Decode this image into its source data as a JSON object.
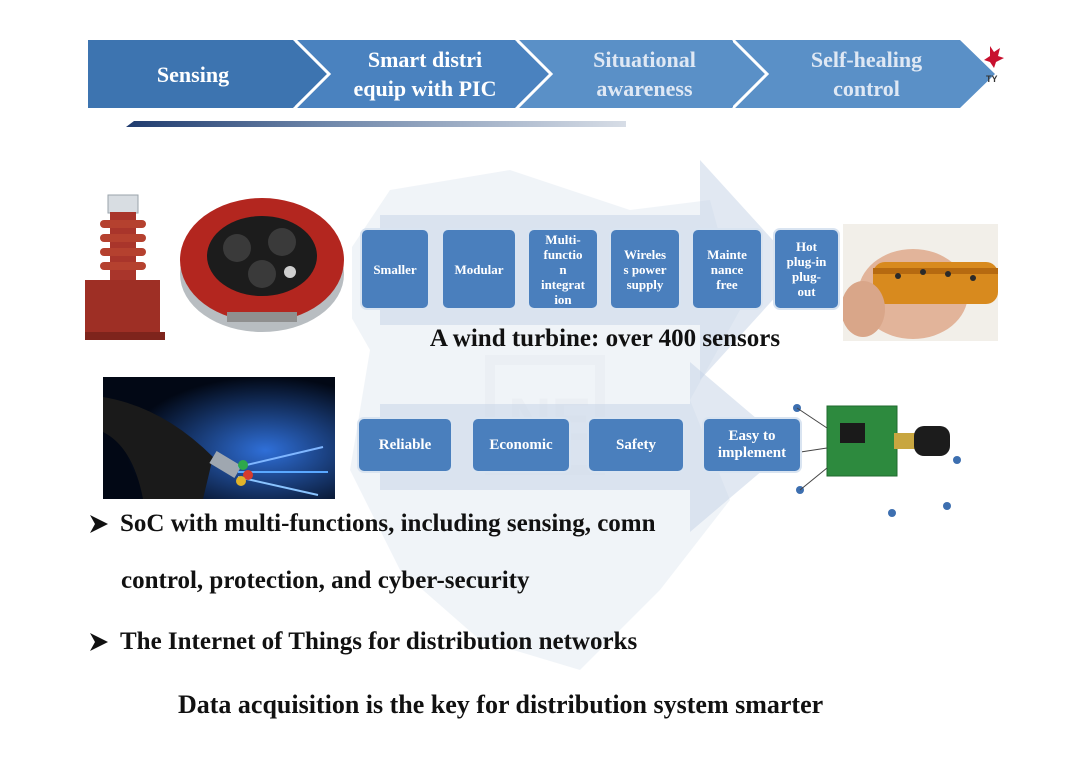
{
  "header": {
    "steps": [
      {
        "line1": "Sensing",
        "line2": ""
      },
      {
        "line1": "Smart distri",
        "line2": "equip with PIC"
      },
      {
        "line1": "Situational",
        "line2": "awareness"
      },
      {
        "line1": "Self-healing",
        "line2": "control"
      }
    ],
    "logo_text": "TY"
  },
  "features_row1": [
    {
      "label": "Smaller"
    },
    {
      "label": "Modular"
    },
    {
      "label": "Multi-\nfunctio\nn\nintegrat\nion"
    },
    {
      "label": "Wireles\ns power\nsupply"
    },
    {
      "label": "Mainte\nnance\nfree"
    },
    {
      "label": "Hot\nplug-in\nplug-\nout"
    }
  ],
  "caption": "A wind turbine: over 400 sensors",
  "features_row2": [
    {
      "label": "Reliable"
    },
    {
      "label": "Economic"
    },
    {
      "label": "Safety"
    },
    {
      "label": "Easy to\nimplement"
    }
  ],
  "bullets": [
    {
      "line1": "SoC with multi-functions, including sensing, comn",
      "line2": "control, protection, and cyber-security"
    },
    {
      "line1": "The Internet of Things for distribution networks",
      "line2": ""
    }
  ],
  "key_statement": "Data acquisition is the key for distribution system smarter",
  "colors": {
    "header_dark": "#3d74b0",
    "header_light": "#5a90c7",
    "box_blue": "#4a7fbd",
    "arrow_bg": "#c9d6e8"
  }
}
